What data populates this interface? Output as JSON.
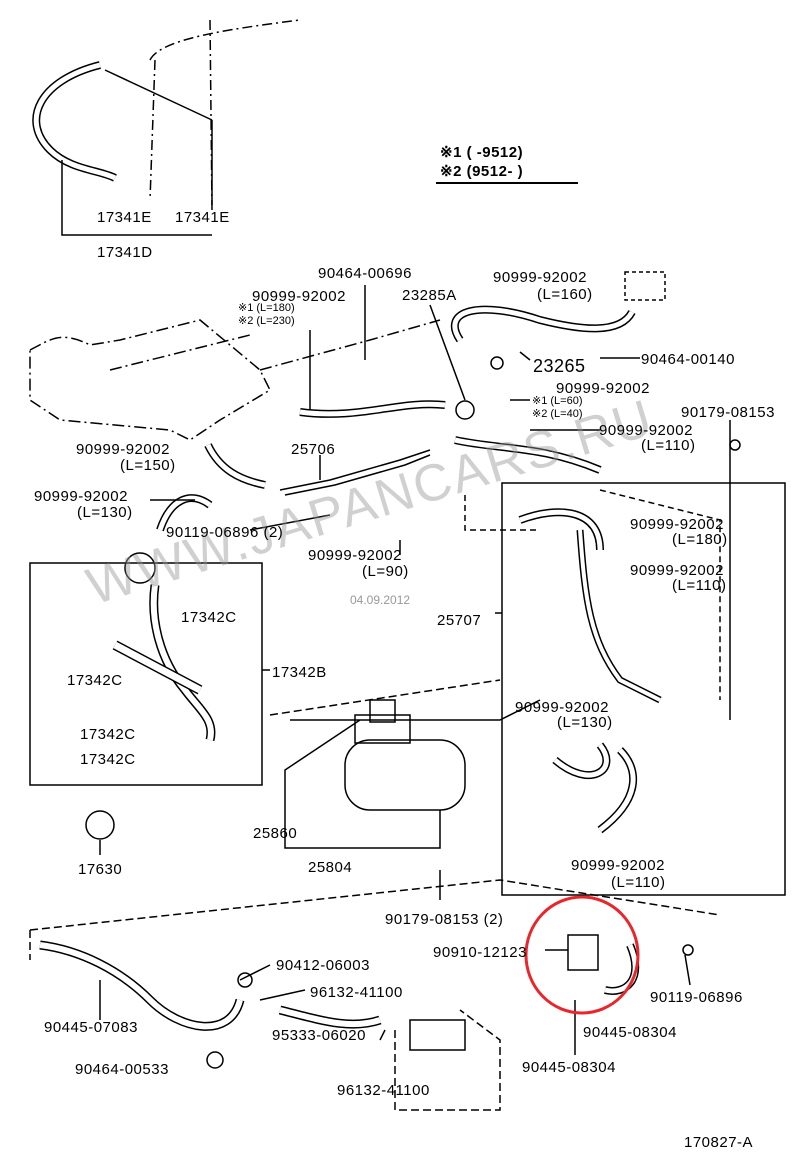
{
  "notes": [
    "※1 (      -9512)",
    "※2 (9512-      )"
  ],
  "watermark": "WWW.JAPANCARS.RU",
  "date_stamp": "04.09.2012",
  "diagram_code": "170827-A",
  "highlight_color": "#e8262b",
  "labels": [
    "17341E",
    "17341E",
    "17341D",
    "90464-00696",
    "90999-92002",
    "※1 (L=180)",
    "※2 (L=230)",
    "23285A",
    "90999-92002",
    "(L=160)",
    "23265",
    "90464-00140",
    "90999-92002",
    "※1 (L=60)",
    "※2 (L=40)",
    "90179-08153",
    "90999-92002",
    "(L=110)",
    "90999-92002",
    "(L=150)",
    "25706",
    "90999-92002",
    "(L=130)",
    "90119-06896 (2)",
    "90999-92002",
    "(L=90)",
    "90999-92002",
    "(L=180)",
    "90999-92002",
    "(L=110)",
    "17342C",
    "25707",
    "17342C",
    "17342B",
    "90999-92002",
    "(L=130)",
    "17342C",
    "17342C",
    "25860",
    "25804",
    "17630",
    "90999-92002",
    "(L=110)",
    "90179-08153 (2)",
    "90910-12123",
    "90412-06003",
    "96132-41100",
    "90119-06896",
    "90445-07083",
    "95333-06020",
    "90445-08304",
    "90464-00533",
    "90445-08304",
    "96132-41100"
  ]
}
